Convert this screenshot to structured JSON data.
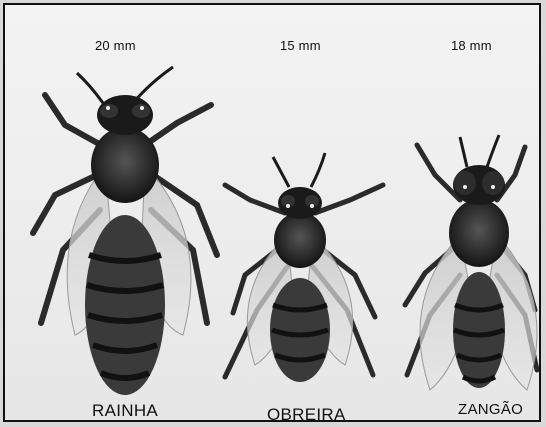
{
  "bees": [
    {
      "size": "20 mm",
      "name": "RAINHA"
    },
    {
      "size": "15 mm",
      "name": "OBREIRA"
    },
    {
      "size": "18 mm",
      "name": "ZANGÃO"
    }
  ],
  "colors": {
    "background": "#ececec",
    "bee_dark": "#1a1a1a",
    "wing": "#d0d0d0"
  }
}
